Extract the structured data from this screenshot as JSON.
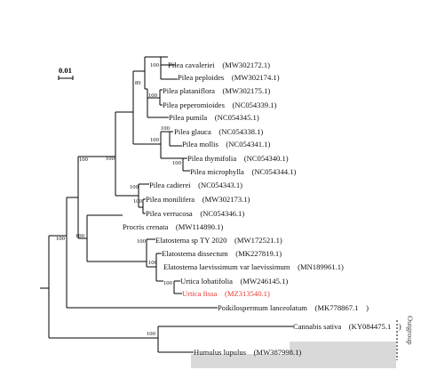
{
  "scale_bar": {
    "label": "0.01"
  },
  "taxa": [
    {
      "id": "pilea-cavalerie",
      "label": "Pilea cavaleriei　(MW302172.1)",
      "highlight": false,
      "outgroup": false
    },
    {
      "id": "pilea-peploides",
      "label": "Pilea peploides　(MW302174.1)",
      "highlight": false,
      "outgroup": false
    },
    {
      "id": "pilea-plataniflora",
      "label": "Pilea plataniflora　(MW302175.1)",
      "highlight": false,
      "outgroup": false
    },
    {
      "id": "pilea-peperomioides",
      "label": "Pilea peperomioides　(NC054339.1)",
      "highlight": false,
      "outgroup": false
    },
    {
      "id": "pilea-pumila",
      "label": "Pilea pumila　(NC054345.1)",
      "highlight": false,
      "outgroup": false
    },
    {
      "id": "pilea-glauca",
      "label": "Pilea glauca　(NC054338.1)",
      "highlight": false,
      "outgroup": false
    },
    {
      "id": "pilea-mollis",
      "label": "Pilea mollis　(NC054341.1)",
      "highlight": false,
      "outgroup": false
    },
    {
      "id": "pilea-thymifolia",
      "label": "Pilea thymifolia　(NC054340.1)",
      "highlight": false,
      "outgroup": false
    },
    {
      "id": "pilea-microphylla",
      "label": "Pilea microphylla　(NC054344.1)",
      "highlight": false,
      "outgroup": false
    },
    {
      "id": "pilea-cadierei",
      "label": "Pilea cadierei　(NC054343.1)",
      "highlight": false,
      "outgroup": false
    },
    {
      "id": "pilea-monilifera",
      "label": "Pilea monilifera　(MW302173.1)",
      "highlight": false,
      "outgroup": false
    },
    {
      "id": "pilea-verrucosa",
      "label": "Pilea verrucosa　(NC054346.1)",
      "highlight": false,
      "outgroup": false
    },
    {
      "id": "procris-crenata",
      "label": "Procris crenata　(MW114890.1)",
      "highlight": false,
      "outgroup": false
    },
    {
      "id": "elatostema-sp",
      "label": "Elatostema sp TY 2020　(MW172521.1)",
      "highlight": false,
      "outgroup": false
    },
    {
      "id": "elatostema-dissectum",
      "label": "Elatostema dissectum　(MK227819.1)",
      "highlight": false,
      "outgroup": false
    },
    {
      "id": "elatostema-laevissimum",
      "label": "Elatostema laevissimum var laevissimum　(MN189961.1)",
      "highlight": false,
      "outgroup": false
    },
    {
      "id": "urtica-lobatifolia",
      "label": "Urtica lobatifolia　(MW246145.1)",
      "highlight": false,
      "outgroup": false
    },
    {
      "id": "urtica-fissa",
      "label": "Urtica fissa　(MZ313540.1)",
      "highlight": true,
      "outgroup": false
    },
    {
      "id": "poikilospermum",
      "label": "Poikilospermum lanceolatum　(MK778867.1　)",
      "highlight": false,
      "outgroup": false
    },
    {
      "id": "cannabis-sativa",
      "label": "Cannabis sativa　(KY084475.1　)",
      "highlight": false,
      "outgroup": true
    },
    {
      "id": "humulus-lupulus",
      "label": "Humulus lupulus　(MW387998.1)",
      "highlight": false,
      "outgroup": true
    }
  ],
  "support_values": {
    "cav_pep": "100",
    "plat_pepe": "100",
    "clade_top": "89",
    "glauca_mollis": "100",
    "thym_micro": "100",
    "glauca_group": "100",
    "pilea_main": "100",
    "mon_ver": "100",
    "cadierei_group": "100",
    "pilea_all": "100",
    "elat_pair": "100",
    "elat_group": "100",
    "proc_elat": "100",
    "urticeae": "100",
    "urtica_pair": "100",
    "outgroup_pair": "100"
  },
  "outgroup_label": "Outgroup",
  "colors": {
    "highlight": "#e53935",
    "outgroup_bg": "#d9d9d9"
  }
}
